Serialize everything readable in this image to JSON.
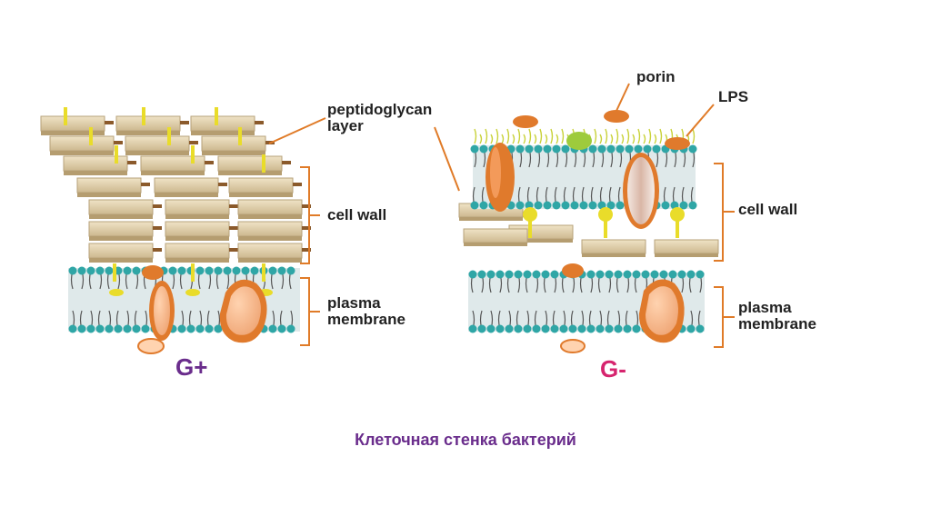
{
  "labels": {
    "peptidoglycan_line1": "peptidoglycan",
    "peptidoglycan_line2": "layer",
    "cell_wall_left": "cell wall",
    "plasma_left_line1": "plasma",
    "plasma_left_line2": "membrane",
    "porin": "porin",
    "lps": "LPS",
    "cell_wall_right": "cell wall",
    "plasma_right_line1": "plasma",
    "plasma_right_line2": "membrane",
    "gram_positive": "G+",
    "gram_negative": "G-"
  },
  "caption": "Клеточная стенка бактерий",
  "colors": {
    "gram_positive": "#6a2d8c",
    "gram_negative": "#d6246e",
    "bracket": "#e07b28",
    "peptidoglycan": "#d8c7a1",
    "lipid_head": "#2fa6a6",
    "protein": "#e07a2c",
    "lps_chain": "#c9d23a",
    "yellow_rod": "#e9dc2a"
  }
}
